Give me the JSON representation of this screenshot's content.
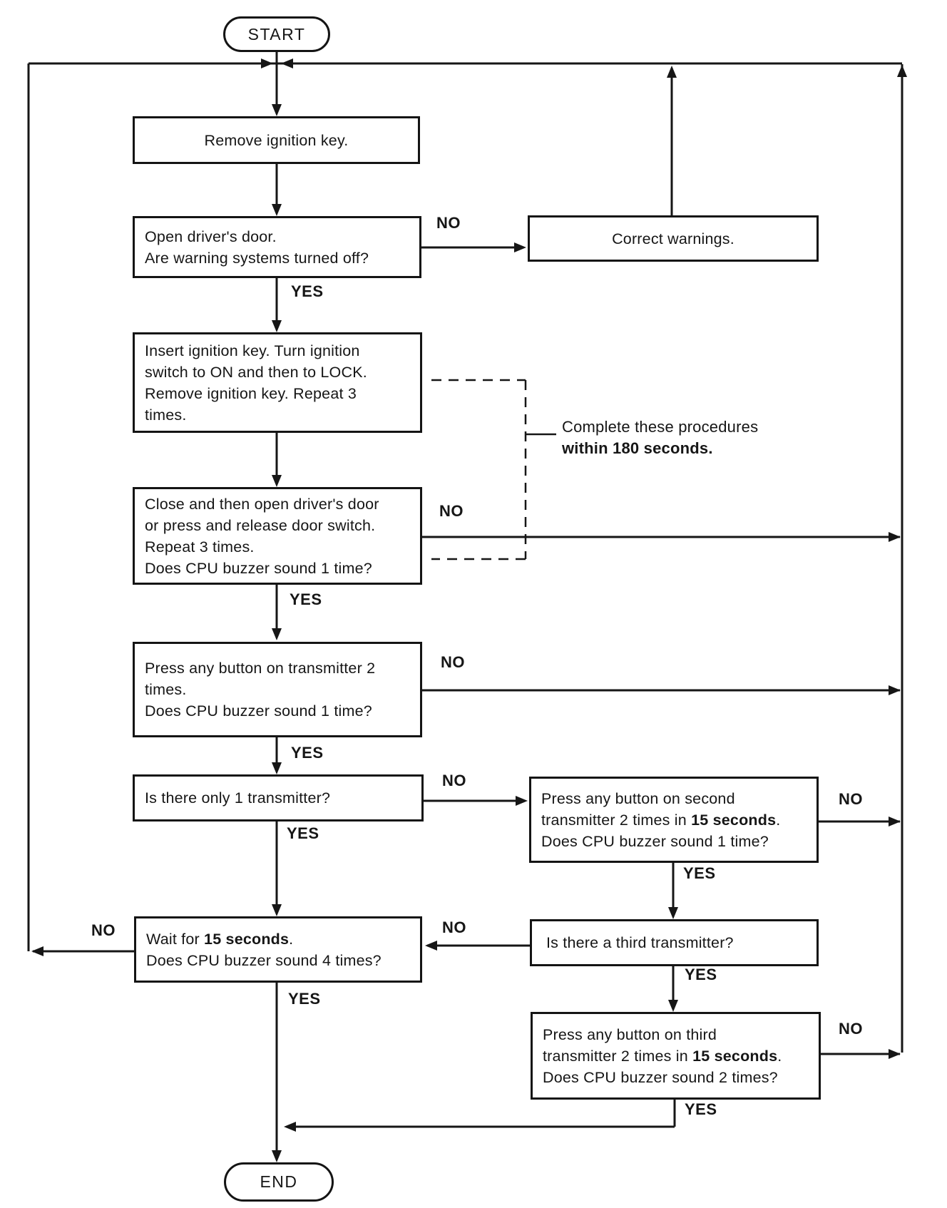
{
  "flowchart": {
    "terminals": {
      "start": "START",
      "end": "END"
    },
    "nodes": {
      "remove_key": {
        "text": "Remove ignition key."
      },
      "open_door": {
        "text": "Open driver's door.\nAre warning systems turned off?"
      },
      "correct_warnings": {
        "text": "Correct warnings."
      },
      "insert_key": {
        "text": "Insert ignition key. Turn ignition\nswitch to ON and then to LOCK.\nRemove ignition key. Repeat 3\ntimes."
      },
      "close_open_door": {
        "text": "Close and then open driver's door\nor press and release door switch.\nRepeat 3 times.\nDoes CPU buzzer sound 1 time?"
      },
      "press_transmitter": {
        "text": "Press any button on transmitter 2\ntimes.\nDoes CPU buzzer sound 1 time?"
      },
      "only_one_transmitter": {
        "text": "Is there only 1 transmitter?"
      },
      "second_transmitter": {
        "line1": "Press any button on second",
        "line2_pre": "transmitter 2 times in ",
        "line2_bold": "15 seconds",
        "line2_post": ".",
        "line3": "Does CPU buzzer sound 1 time?"
      },
      "third_transmitter_q": {
        "text": "Is there a third transmitter?"
      },
      "third_transmitter": {
        "line1": "Press any button on third",
        "line2_pre": "transmitter 2 times in ",
        "line2_bold": "15 seconds",
        "line2_post": ".",
        "line3": "Does CPU buzzer sound 2 times?"
      },
      "wait_15s": {
        "pre": "Wait for ",
        "bold": "15 seconds",
        "post": ".",
        "line2": "Does CPU buzzer sound 4 times?"
      }
    },
    "labels": {
      "yes": "YES",
      "no": "NO"
    },
    "annotation": {
      "line1": "Complete these procedures",
      "line2_bold": "within 180 seconds."
    },
    "colors": {
      "ink": "#161616",
      "paper": "#ffffff"
    }
  }
}
